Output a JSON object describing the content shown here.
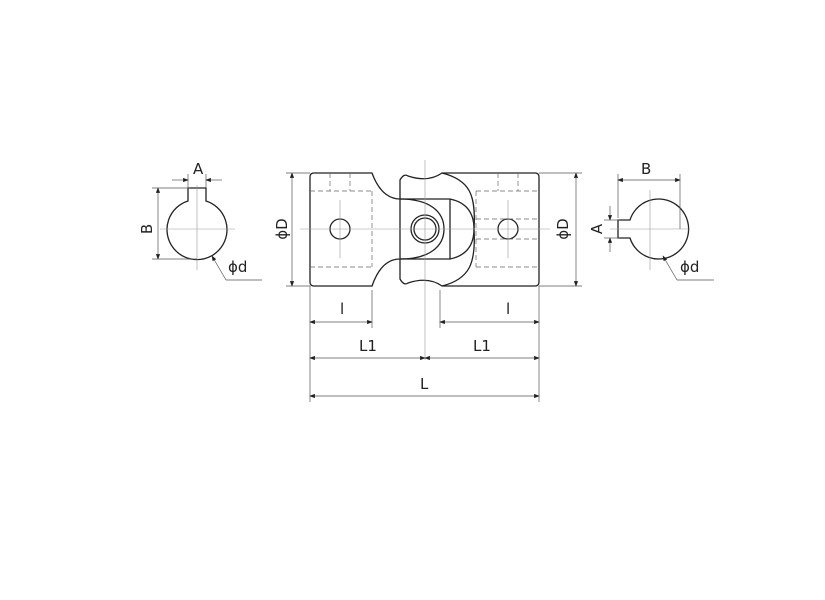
{
  "title": "Universal joint dimension drawing",
  "labels": {
    "left_key_width": "A",
    "left_key_depth": "B",
    "left_bore": "ϕd",
    "left_outer_dia": "ϕD",
    "right_outer_dia": "ϕD",
    "right_key_width": "A",
    "right_key_depth": "B",
    "right_bore": "ϕd",
    "left_bore_length": "l",
    "right_bore_length": "l",
    "left_half_length": "L1",
    "right_half_length": "L1",
    "total_length": "L"
  }
}
